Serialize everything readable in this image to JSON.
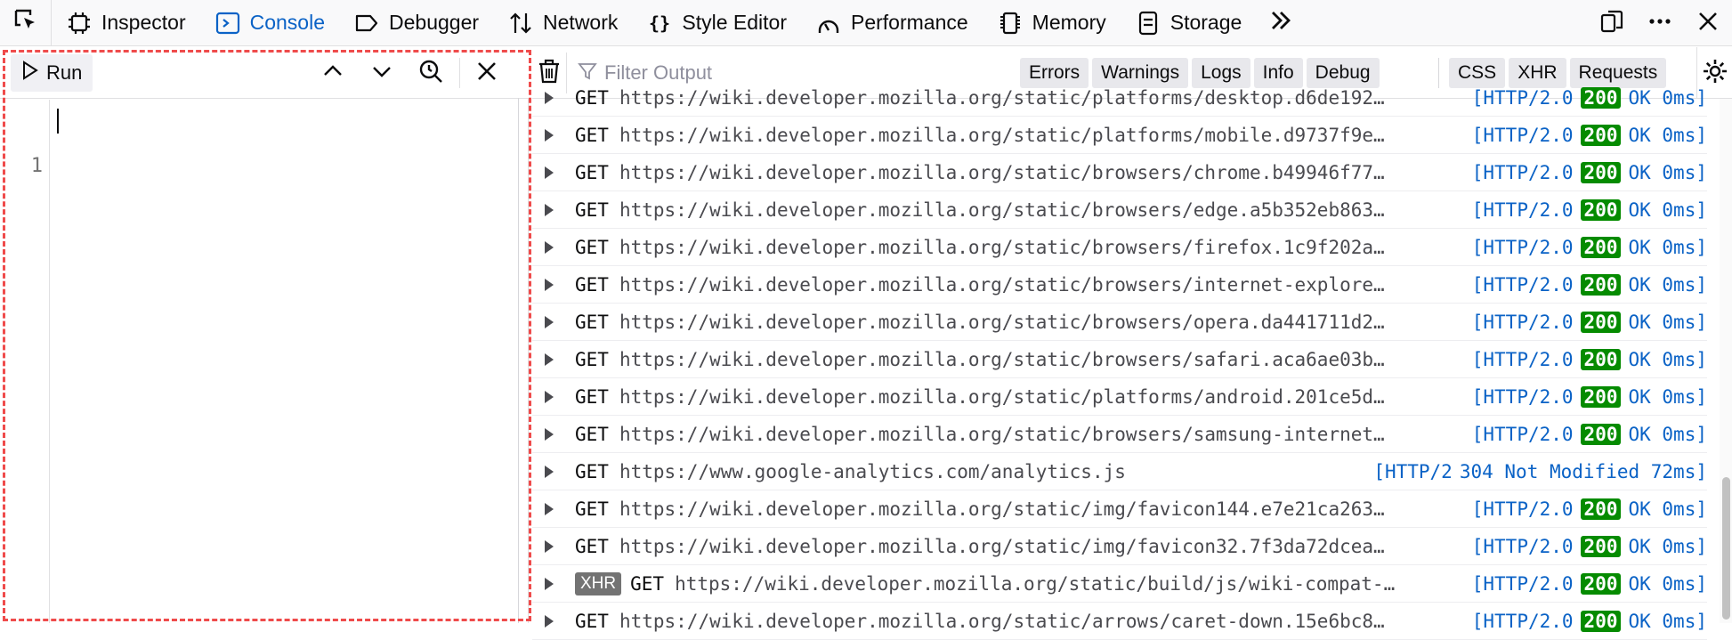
{
  "toolbar": {
    "tabs": [
      {
        "label": "Inspector",
        "icon": "inspector-icon"
      },
      {
        "label": "Console",
        "icon": "console-icon"
      },
      {
        "label": "Debugger",
        "icon": "debugger-icon"
      },
      {
        "label": "Network",
        "icon": "network-icon"
      },
      {
        "label": "Style Editor",
        "icon": "style-editor-icon"
      },
      {
        "label": "Performance",
        "icon": "performance-icon"
      },
      {
        "label": "Memory",
        "icon": "memory-icon"
      },
      {
        "label": "Storage",
        "icon": "storage-icon"
      }
    ],
    "selected_tab": "Console",
    "accent_color": "#0a62c6"
  },
  "editor": {
    "run_label": "Run",
    "line_numbers": [
      "1"
    ],
    "outline_color": "#ef4b4b"
  },
  "output": {
    "filter_placeholder": "Filter Output",
    "filters": [
      "Errors",
      "Warnings",
      "Logs",
      "Info",
      "Debug"
    ],
    "filters_2": [
      "CSS",
      "XHR",
      "Requests"
    ],
    "rows": [
      {
        "method": "GET",
        "xhr": "",
        "url": "https://wiki.developer.mozilla.org/static/platforms/desktop.d6de192…",
        "proto": "[HTTP/2.0",
        "code": "200",
        "tail": "OK 0ms]"
      },
      {
        "method": "GET",
        "xhr": "",
        "url": "https://wiki.developer.mozilla.org/static/platforms/mobile.d9737f9e…",
        "proto": "[HTTP/2.0",
        "code": "200",
        "tail": "OK 0ms]"
      },
      {
        "method": "GET",
        "xhr": "",
        "url": "https://wiki.developer.mozilla.org/static/browsers/chrome.b49946f77…",
        "proto": "[HTTP/2.0",
        "code": "200",
        "tail": "OK 0ms]"
      },
      {
        "method": "GET",
        "xhr": "",
        "url": "https://wiki.developer.mozilla.org/static/browsers/edge.a5b352eb863…",
        "proto": "[HTTP/2.0",
        "code": "200",
        "tail": "OK 0ms]"
      },
      {
        "method": "GET",
        "xhr": "",
        "url": "https://wiki.developer.mozilla.org/static/browsers/firefox.1c9f202a…",
        "proto": "[HTTP/2.0",
        "code": "200",
        "tail": "OK 0ms]"
      },
      {
        "method": "GET",
        "xhr": "",
        "url": "https://wiki.developer.mozilla.org/static/browsers/internet-explore…",
        "proto": "[HTTP/2.0",
        "code": "200",
        "tail": "OK 0ms]"
      },
      {
        "method": "GET",
        "xhr": "",
        "url": "https://wiki.developer.mozilla.org/static/browsers/opera.da441711d2…",
        "proto": "[HTTP/2.0",
        "code": "200",
        "tail": "OK 0ms]"
      },
      {
        "method": "GET",
        "xhr": "",
        "url": "https://wiki.developer.mozilla.org/static/browsers/safari.aca6ae03b…",
        "proto": "[HTTP/2.0",
        "code": "200",
        "tail": "OK 0ms]"
      },
      {
        "method": "GET",
        "xhr": "",
        "url": "https://wiki.developer.mozilla.org/static/platforms/android.201ce5d…",
        "proto": "[HTTP/2.0",
        "code": "200",
        "tail": "OK 0ms]"
      },
      {
        "method": "GET",
        "xhr": "",
        "url": "https://wiki.developer.mozilla.org/static/browsers/samsung-internet…",
        "proto": "[HTTP/2.0",
        "code": "200",
        "tail": "OK 0ms]"
      },
      {
        "method": "GET",
        "xhr": "",
        "url": "https://www.google-analytics.com/analytics.js",
        "proto": "[HTTP/2",
        "code": "",
        "tail": "304 Not Modified 72ms]"
      },
      {
        "method": "GET",
        "xhr": "",
        "url": "https://wiki.developer.mozilla.org/static/img/favicon144.e7e21ca263…",
        "proto": "[HTTP/2.0",
        "code": "200",
        "tail": "OK 0ms]"
      },
      {
        "method": "GET",
        "xhr": "",
        "url": "https://wiki.developer.mozilla.org/static/img/favicon32.7f3da72dcea…",
        "proto": "[HTTP/2.0",
        "code": "200",
        "tail": "OK 0ms]"
      },
      {
        "method": "GET",
        "xhr": "XHR",
        "url": "https://wiki.developer.mozilla.org/static/build/js/wiki-compat-…",
        "proto": "[HTTP/2.0",
        "code": "200",
        "tail": "OK 0ms]"
      },
      {
        "method": "GET",
        "xhr": "",
        "url": "https://wiki.developer.mozilla.org/static/arrows/caret-down.15e6bc8…",
        "proto": "[HTTP/2.0",
        "code": "200",
        "tail": "OK 0ms]"
      }
    ]
  }
}
